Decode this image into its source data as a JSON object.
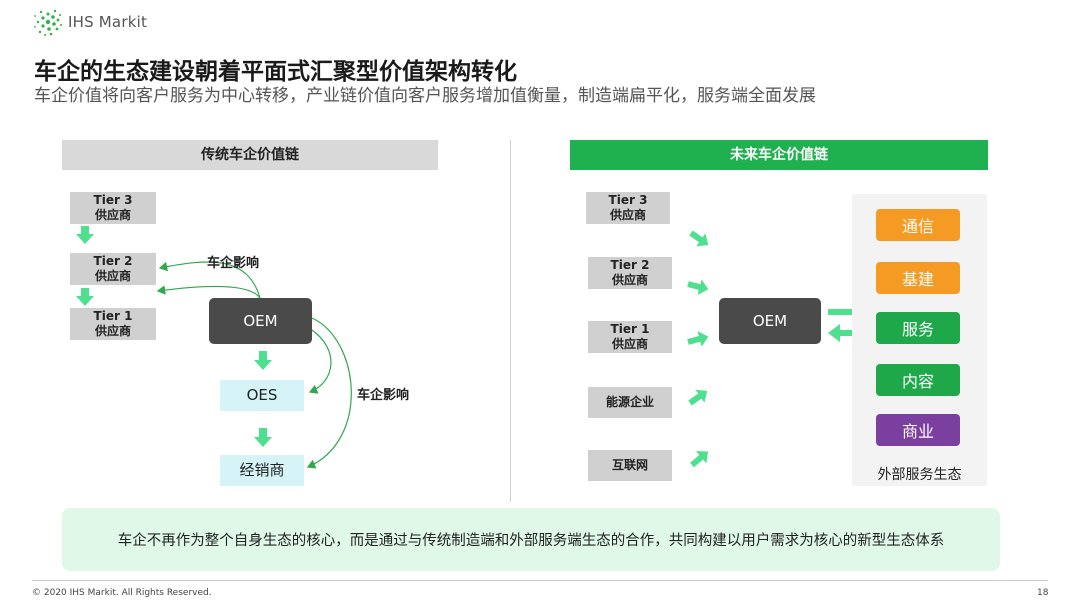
{
  "header": {
    "logo_text": "IHS Markit",
    "title": "车企的生态建设朝着平面式汇聚型价值架构转化",
    "subtitle": "车企价值将向客户服务为中心转移，产业链价值向客户服务增加值衡量，制造端扁平化，服务端全面发展"
  },
  "left": {
    "header": "传统车企价值链",
    "tiers": [
      {
        "line1": "Tier 3",
        "line2": "供应商"
      },
      {
        "line1": "Tier 2",
        "line2": "供应商"
      },
      {
        "line1": "Tier 1",
        "line2": "供应商"
      }
    ],
    "oem": "OEM",
    "oes": "OES",
    "dealer": "经销商",
    "influence_top": "车企影响",
    "influence_right": "车企影响"
  },
  "right": {
    "header": "未来车企价值链",
    "tiers": [
      {
        "line1": "Tier 3",
        "line2": "供应商"
      },
      {
        "line1": "Tier 2",
        "line2": "供应商"
      },
      {
        "line1": "Tier 1",
        "line2": "供应商"
      }
    ],
    "energy": "能源企业",
    "internet": "互联网",
    "oem": "OEM",
    "services": [
      "通信",
      "基建",
      "服务",
      "内容",
      "商业"
    ],
    "service_colors": [
      "#f59a23",
      "#f59a23",
      "#1ea84a",
      "#1ea84a",
      "#7b3fa0"
    ],
    "ecosystem_label": "外部服务生态"
  },
  "callout": "车企不再作为整个自身生态的核心，而是通过与传统制造端和外部服务端生态的合作，共同构建以用户需求为核心的新型生态体系",
  "footer": {
    "copyright": "© 2020 IHS Markit. All Rights Reserved.",
    "page": "18"
  },
  "colors": {
    "brand_green": "#1fb050",
    "arrow_green": "#4ee08f"
  }
}
